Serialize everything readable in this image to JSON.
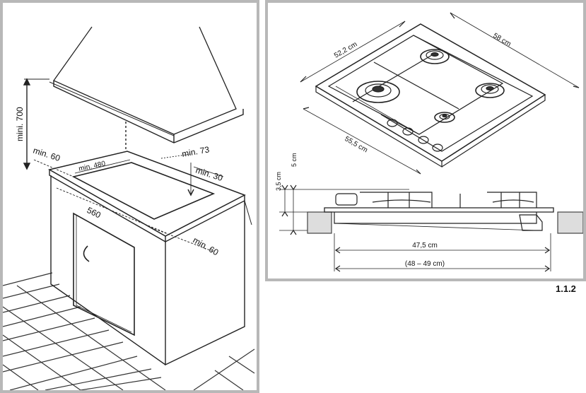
{
  "figure_number": "1.1.2",
  "installation": {
    "min_700": "mini. 700",
    "min_60_left": "min. 60",
    "min_480": "min. 480",
    "min_73": "min. 73",
    "min_30": "min. 30",
    "width_560": "560",
    "min_60_front": "min. 60"
  },
  "hob": {
    "depth_label": "52,2 cm",
    "width_label": "58 cm",
    "front_label": "55,5 cm",
    "height_35": "3,5 cm",
    "height_5": "5 cm",
    "cutout_depth": "47,5 cm",
    "cutout_range": "(48 – 49 cm)"
  }
}
